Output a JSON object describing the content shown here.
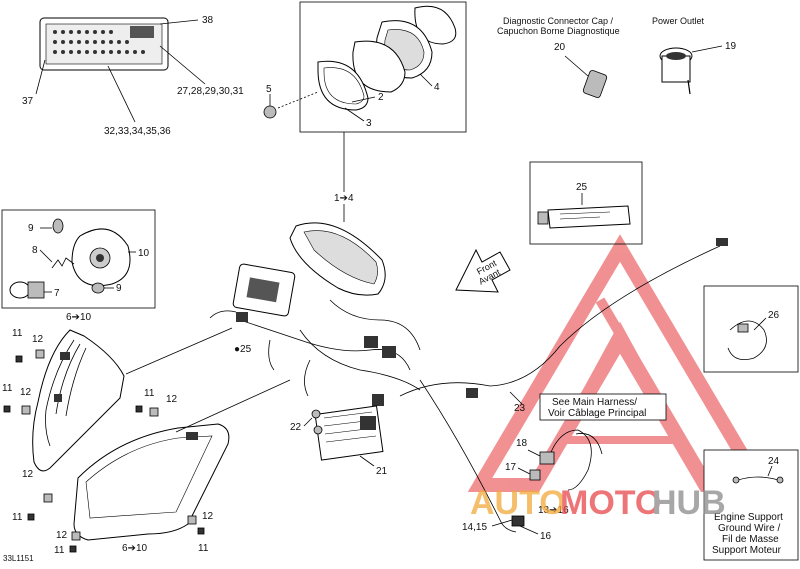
{
  "labels": {
    "l38": "38",
    "l37": "37",
    "l27": "27,28,29,30,31",
    "l32": "32,33,34,35,36",
    "l5": "5",
    "l2": "2",
    "l3": "3",
    "l4": "4",
    "l1_4": "1➔4",
    "l20": "20",
    "l19": "19",
    "l25a": "25",
    "l25b": "●25",
    "l9a": "9",
    "l9b": "9",
    "l10": "10",
    "l8": "8",
    "l7": "7",
    "l6_10a": "6➔10",
    "l6_10b": "6➔10",
    "l11a": "11",
    "l11b": "11",
    "l11c": "11",
    "l11d": "11",
    "l11e": "11",
    "l12a": "12",
    "l12b": "12",
    "l12c": "12",
    "l12d": "12",
    "l12e": "12",
    "l22": "22",
    "l21": "21",
    "l23": "23",
    "l18": "18",
    "l17": "17",
    "l13_16": "13➔16",
    "l14_15": "14,15",
    "l16": "16",
    "l26": "26",
    "l24": "24",
    "code": "33L1151"
  },
  "captions": {
    "diag_cap_1": "Diagnostic Connector Cap /",
    "diag_cap_2": "Capuchon Borne Diagnostique",
    "power_outlet": "Power Outlet",
    "main_harness_1": "See Main Harness/",
    "main_harness_2": "Voir Câblage Principal",
    "engine_1": "Engine Support",
    "engine_2": "Ground Wire /",
    "engine_3": "Fil de Masse",
    "engine_4": "Support Moteur",
    "front_1": "Front",
    "front_2": "Avant"
  },
  "watermark": {
    "part1": "AUTO",
    "part2": "MOTO",
    "part3": "HUB"
  },
  "colors": {
    "watermark_red": "#e8484a",
    "watermark_orange": "#f2a93a",
    "watermark_grey": "#8a8a8a"
  }
}
